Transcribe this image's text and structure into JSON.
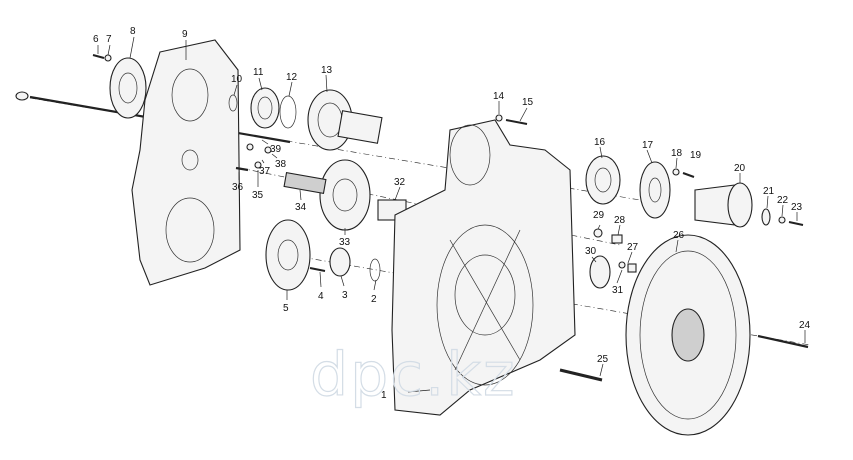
{
  "watermark": "dpc.kz",
  "part_numbers": [
    "1",
    "2",
    "3",
    "4",
    "5",
    "6",
    "7",
    "8",
    "9",
    "10",
    "11",
    "12",
    "13",
    "14",
    "15",
    "16",
    "17",
    "18",
    "19",
    "20",
    "21",
    "22",
    "23",
    "24",
    "25",
    "26",
    "27",
    "28",
    "29",
    "30",
    "31",
    "32",
    "33",
    "34",
    "35",
    "36",
    "37",
    "38",
    "39"
  ]
}
